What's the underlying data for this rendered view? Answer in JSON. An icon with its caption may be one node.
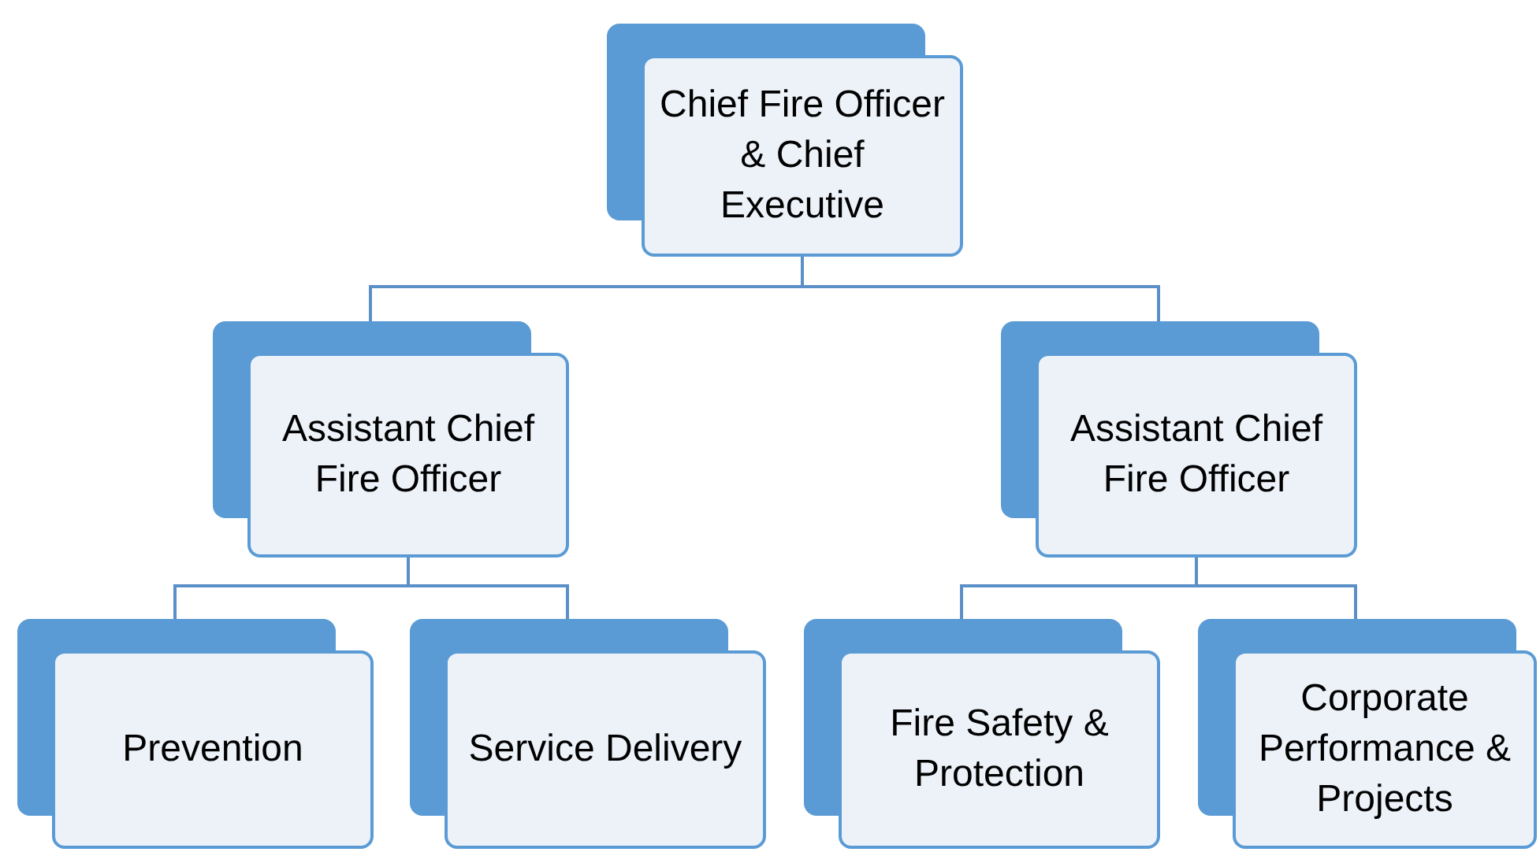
{
  "diagram": {
    "nodes": [
      {
        "text": [
          "Chief Fire Officer & Chief Executive"
        ]
      },
      {
        "text": [
          "Assistant Chief Fire Officer"
        ]
      },
      {
        "text": [
          "Assistant Chief Fire Officer"
        ]
      },
      {
        "text": [
          "Prevention"
        ]
      },
      {
        "text": [
          "Service Delivery"
        ]
      },
      {
        "text": [
          "Fire Safety & Protection"
        ]
      },
      {
        "text": [
          "Corporate Performance & Projects"
        ]
      }
    ],
    "edges": [
      {
        "from": 0,
        "to": 1,
        "arrow": "none"
      },
      {
        "from": 0,
        "to": 2,
        "arrow": "none"
      },
      {
        "from": 1,
        "to": 3,
        "arrow": "none"
      },
      {
        "from": 1,
        "to": 4,
        "arrow": "none"
      },
      {
        "from": 2,
        "to": 5,
        "arrow": "none"
      },
      {
        "from": 2,
        "to": 6,
        "arrow": "none"
      }
    ]
  }
}
